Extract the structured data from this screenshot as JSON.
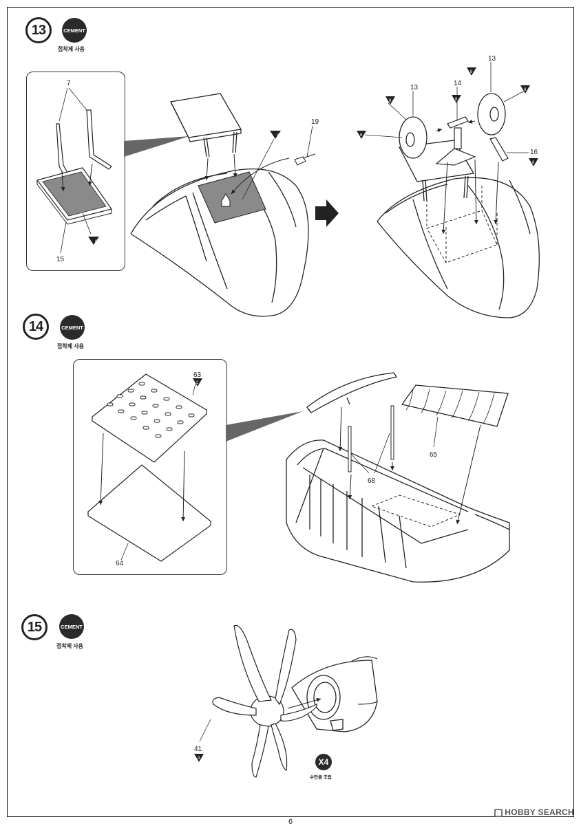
{
  "steps": [
    {
      "number": "13",
      "cement_badge": "CEMENT",
      "cement_text": "접착제 사용"
    },
    {
      "number": "14",
      "cement_badge": "CEMENT",
      "cement_text": "접착제 사용"
    },
    {
      "number": "15",
      "cement_badge": "CEMENT",
      "cement_text": "접착제 사용"
    }
  ],
  "part_labels": {
    "p7": "7",
    "p15": "15",
    "p8a": "8",
    "p19": "19",
    "p8b": "8",
    "p13a": "13",
    "p13b": "13",
    "p14": "14",
    "p9a": "9",
    "p9b": "9",
    "p8c": "8",
    "p8d": "8",
    "p8e": "8",
    "p16": "16",
    "p8f": "8",
    "p63": "63",
    "p2": "2",
    "p64": "64",
    "p65": "65",
    "p68": "68",
    "p41": "41",
    "p9c": "9"
  },
  "repeat": {
    "badge": "X4",
    "text": "수만큼 조립"
  },
  "page_number": "6",
  "watermark": "HOBBY SEARCH",
  "colors": {
    "line": "#222222",
    "gray_fill": "#8a8a8a",
    "light_gray": "#d9d9d9"
  }
}
